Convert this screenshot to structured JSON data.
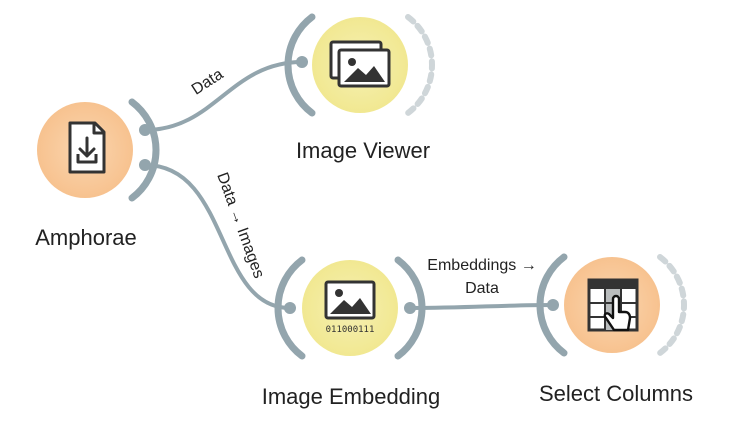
{
  "nodes": {
    "amphorae": {
      "label": "Amphorae",
      "icon": "file-download-icon",
      "color": "#f9c99c"
    },
    "image_viewer": {
      "label": "Image Viewer",
      "icon": "image-gallery-icon",
      "color": "#f4eca2"
    },
    "image_embedding": {
      "label": "Image Embedding",
      "icon": "image-embedding-icon",
      "icon_text": "011000111",
      "color": "#f4eca2"
    },
    "select_columns": {
      "label": "Select Columns",
      "icon": "select-columns-icon",
      "color": "#f9c99c"
    }
  },
  "links": {
    "amphorae_to_viewer": "Data",
    "amphorae_to_embedding": "Data → Images",
    "embedding_to_select_line1": "Embeddings →",
    "embedding_to_select_line2": "Data"
  },
  "colors": {
    "link": "#93a5ad",
    "arc_dashed": "#cfd6d9",
    "orange_node": "#f9c99c",
    "yellow_node": "#f4eca2"
  }
}
